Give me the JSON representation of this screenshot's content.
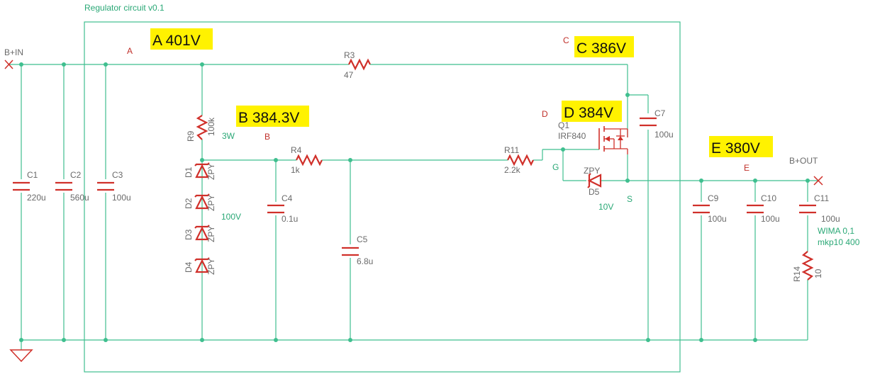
{
  "title": "Regulator circuit v0.1",
  "measurements": {
    "a": "A 401V",
    "b": "B 384.3V",
    "c": "C 386V",
    "d": "D 384V",
    "e": "E 380V"
  },
  "nets": {
    "a": "A",
    "b": "B",
    "c": "C",
    "d": "D",
    "e": "E",
    "g": "G",
    "s": "S"
  },
  "supplies": {
    "input": "B+IN",
    "output": "B+OUT"
  },
  "notes": {
    "r9_power": "3W",
    "zener_string": "100V",
    "d5_voltage": "10V",
    "c11_line1": "WIMA 0,1",
    "c11_line2": "mkp10 400"
  },
  "components": {
    "c1": {
      "name": "C1",
      "value": "220u"
    },
    "c2": {
      "name": "C2",
      "value": "560u"
    },
    "c3": {
      "name": "C3",
      "value": "100u"
    },
    "r3": {
      "name": "R3",
      "value": "47"
    },
    "r9": {
      "name": "R9",
      "value": "100k"
    },
    "d1": {
      "name": "D1",
      "value": "ZPY"
    },
    "d2": {
      "name": "D2",
      "value": "ZPY"
    },
    "d3": {
      "name": "D3",
      "value": "ZPY"
    },
    "d4": {
      "name": "D4",
      "value": "ZPY"
    },
    "r4": {
      "name": "R4",
      "value": "1k"
    },
    "c4": {
      "name": "C4",
      "value": "0.1u"
    },
    "c5": {
      "name": "C5",
      "value": "6.8u"
    },
    "r11": {
      "name": "R11",
      "value": "2.2k"
    },
    "q1": {
      "name": "Q1",
      "value": "IRF840"
    },
    "d5": {
      "name": "D5",
      "value": "ZPY"
    },
    "c7": {
      "name": "C7",
      "value": "100u"
    },
    "c9": {
      "name": "C9",
      "value": "100u"
    },
    "c10": {
      "name": "C10",
      "value": "100u"
    },
    "c11": {
      "name": "C11",
      "value": "100u"
    },
    "r14": {
      "name": "R14",
      "value": "10"
    }
  },
  "colors": {
    "wire": "#3fbf8f",
    "component": "#d0302a",
    "highlight": "#fff200"
  }
}
